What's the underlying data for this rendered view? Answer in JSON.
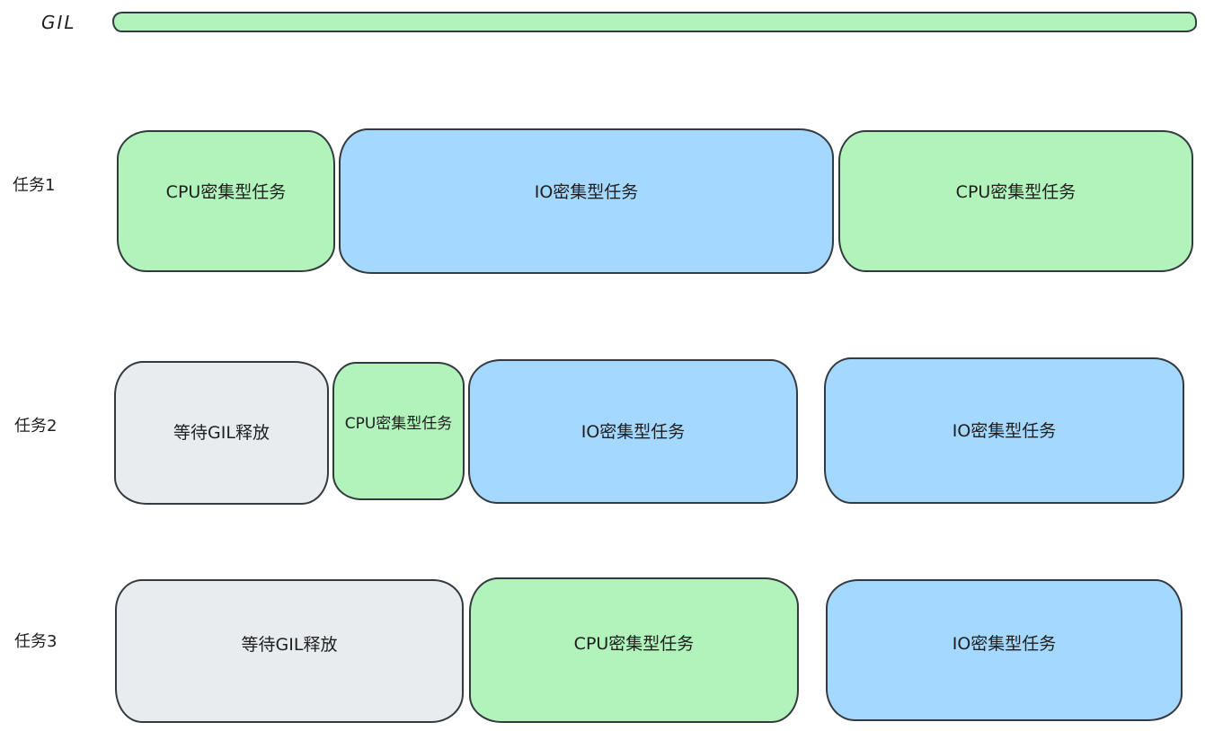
{
  "colors": {
    "cpu_fill": "#b2f2bb",
    "io_fill": "#a5d8ff",
    "wait_fill": "#e9ecef",
    "gil_fill": "#b2f2bb",
    "stroke": "#343a40",
    "text": "#1e1e1e",
    "background": "#ffffff"
  },
  "gil": {
    "label": "GIL"
  },
  "rows": [
    {
      "label": "任务1",
      "blocks": [
        {
          "kind": "cpu",
          "text": "CPU密集型任务"
        },
        {
          "kind": "io",
          "text": "IO密集型任务"
        },
        {
          "kind": "cpu",
          "text": "CPU密集型任务"
        }
      ]
    },
    {
      "label": "任务2",
      "blocks": [
        {
          "kind": "wait",
          "text": "等待GIL释放"
        },
        {
          "kind": "cpu",
          "text": "CPU密集型任务"
        },
        {
          "kind": "io",
          "text": "IO密集型任务"
        },
        {
          "kind": "io",
          "text": "IO密集型任务"
        }
      ]
    },
    {
      "label": "任务3",
      "blocks": [
        {
          "kind": "wait",
          "text": "等待GIL释放"
        },
        {
          "kind": "cpu",
          "text": "CPU密集型任务"
        },
        {
          "kind": "io",
          "text": "IO密集型任务"
        }
      ]
    }
  ]
}
